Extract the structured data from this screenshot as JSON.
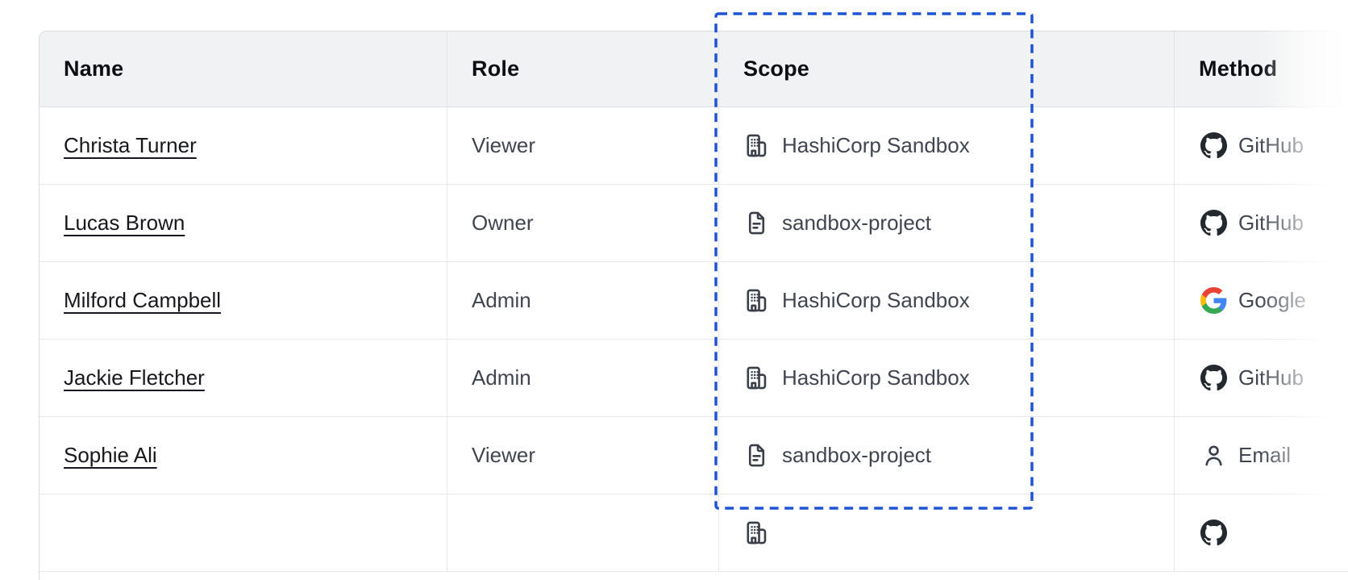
{
  "annotation": {
    "type": "dashed-highlight-rectangle",
    "target_column": "Scope",
    "color": "#1e53d4"
  },
  "table": {
    "columns": [
      {
        "key": "name",
        "label": "Name"
      },
      {
        "key": "role",
        "label": "Role"
      },
      {
        "key": "scope",
        "label": "Scope"
      },
      {
        "key": "method",
        "label": "Method"
      }
    ],
    "rows": [
      {
        "name": "Christa Turner",
        "role": "Viewer",
        "scope": {
          "icon": "building-icon",
          "label": "HashiCorp Sandbox"
        },
        "method": {
          "icon": "github-icon",
          "label": "GitHub"
        }
      },
      {
        "name": "Lucas Brown",
        "role": "Owner",
        "scope": {
          "icon": "file-icon",
          "label": "sandbox-project"
        },
        "method": {
          "icon": "github-icon",
          "label": "GitHub"
        }
      },
      {
        "name": "Milford Campbell",
        "role": "Admin",
        "scope": {
          "icon": "building-icon",
          "label": "HashiCorp Sandbox"
        },
        "method": {
          "icon": "google-icon",
          "label": "Google"
        }
      },
      {
        "name": "Jackie Fletcher",
        "role": "Admin",
        "scope": {
          "icon": "building-icon",
          "label": "HashiCorp Sandbox"
        },
        "method": {
          "icon": "github-icon",
          "label": "GitHub"
        }
      },
      {
        "name": "Sophie Ali",
        "role": "Viewer",
        "scope": {
          "icon": "file-icon",
          "label": "sandbox-project"
        },
        "method": {
          "icon": "user-icon",
          "label": "Email"
        }
      }
    ],
    "partial_row": {
      "name": "",
      "role": "",
      "scope": {
        "icon": "building-icon",
        "label": ""
      },
      "method": {
        "icon": "github-icon",
        "label": ""
      }
    }
  },
  "colors": {
    "header_bg": "#f1f2f3",
    "row_border": "#e6e7ea",
    "outer_border": "#d9dbdf",
    "header_text": "#0d0e12",
    "link_text": "#17181c",
    "cell_text": "#40454f",
    "icon": "#3b3f49",
    "annotation_blue": "#1e53d4",
    "github_dark": "#24292f",
    "google_blue": "#4285F4",
    "google_green": "#34A853",
    "google_yellow": "#FBBC05",
    "google_red": "#EA4335"
  }
}
